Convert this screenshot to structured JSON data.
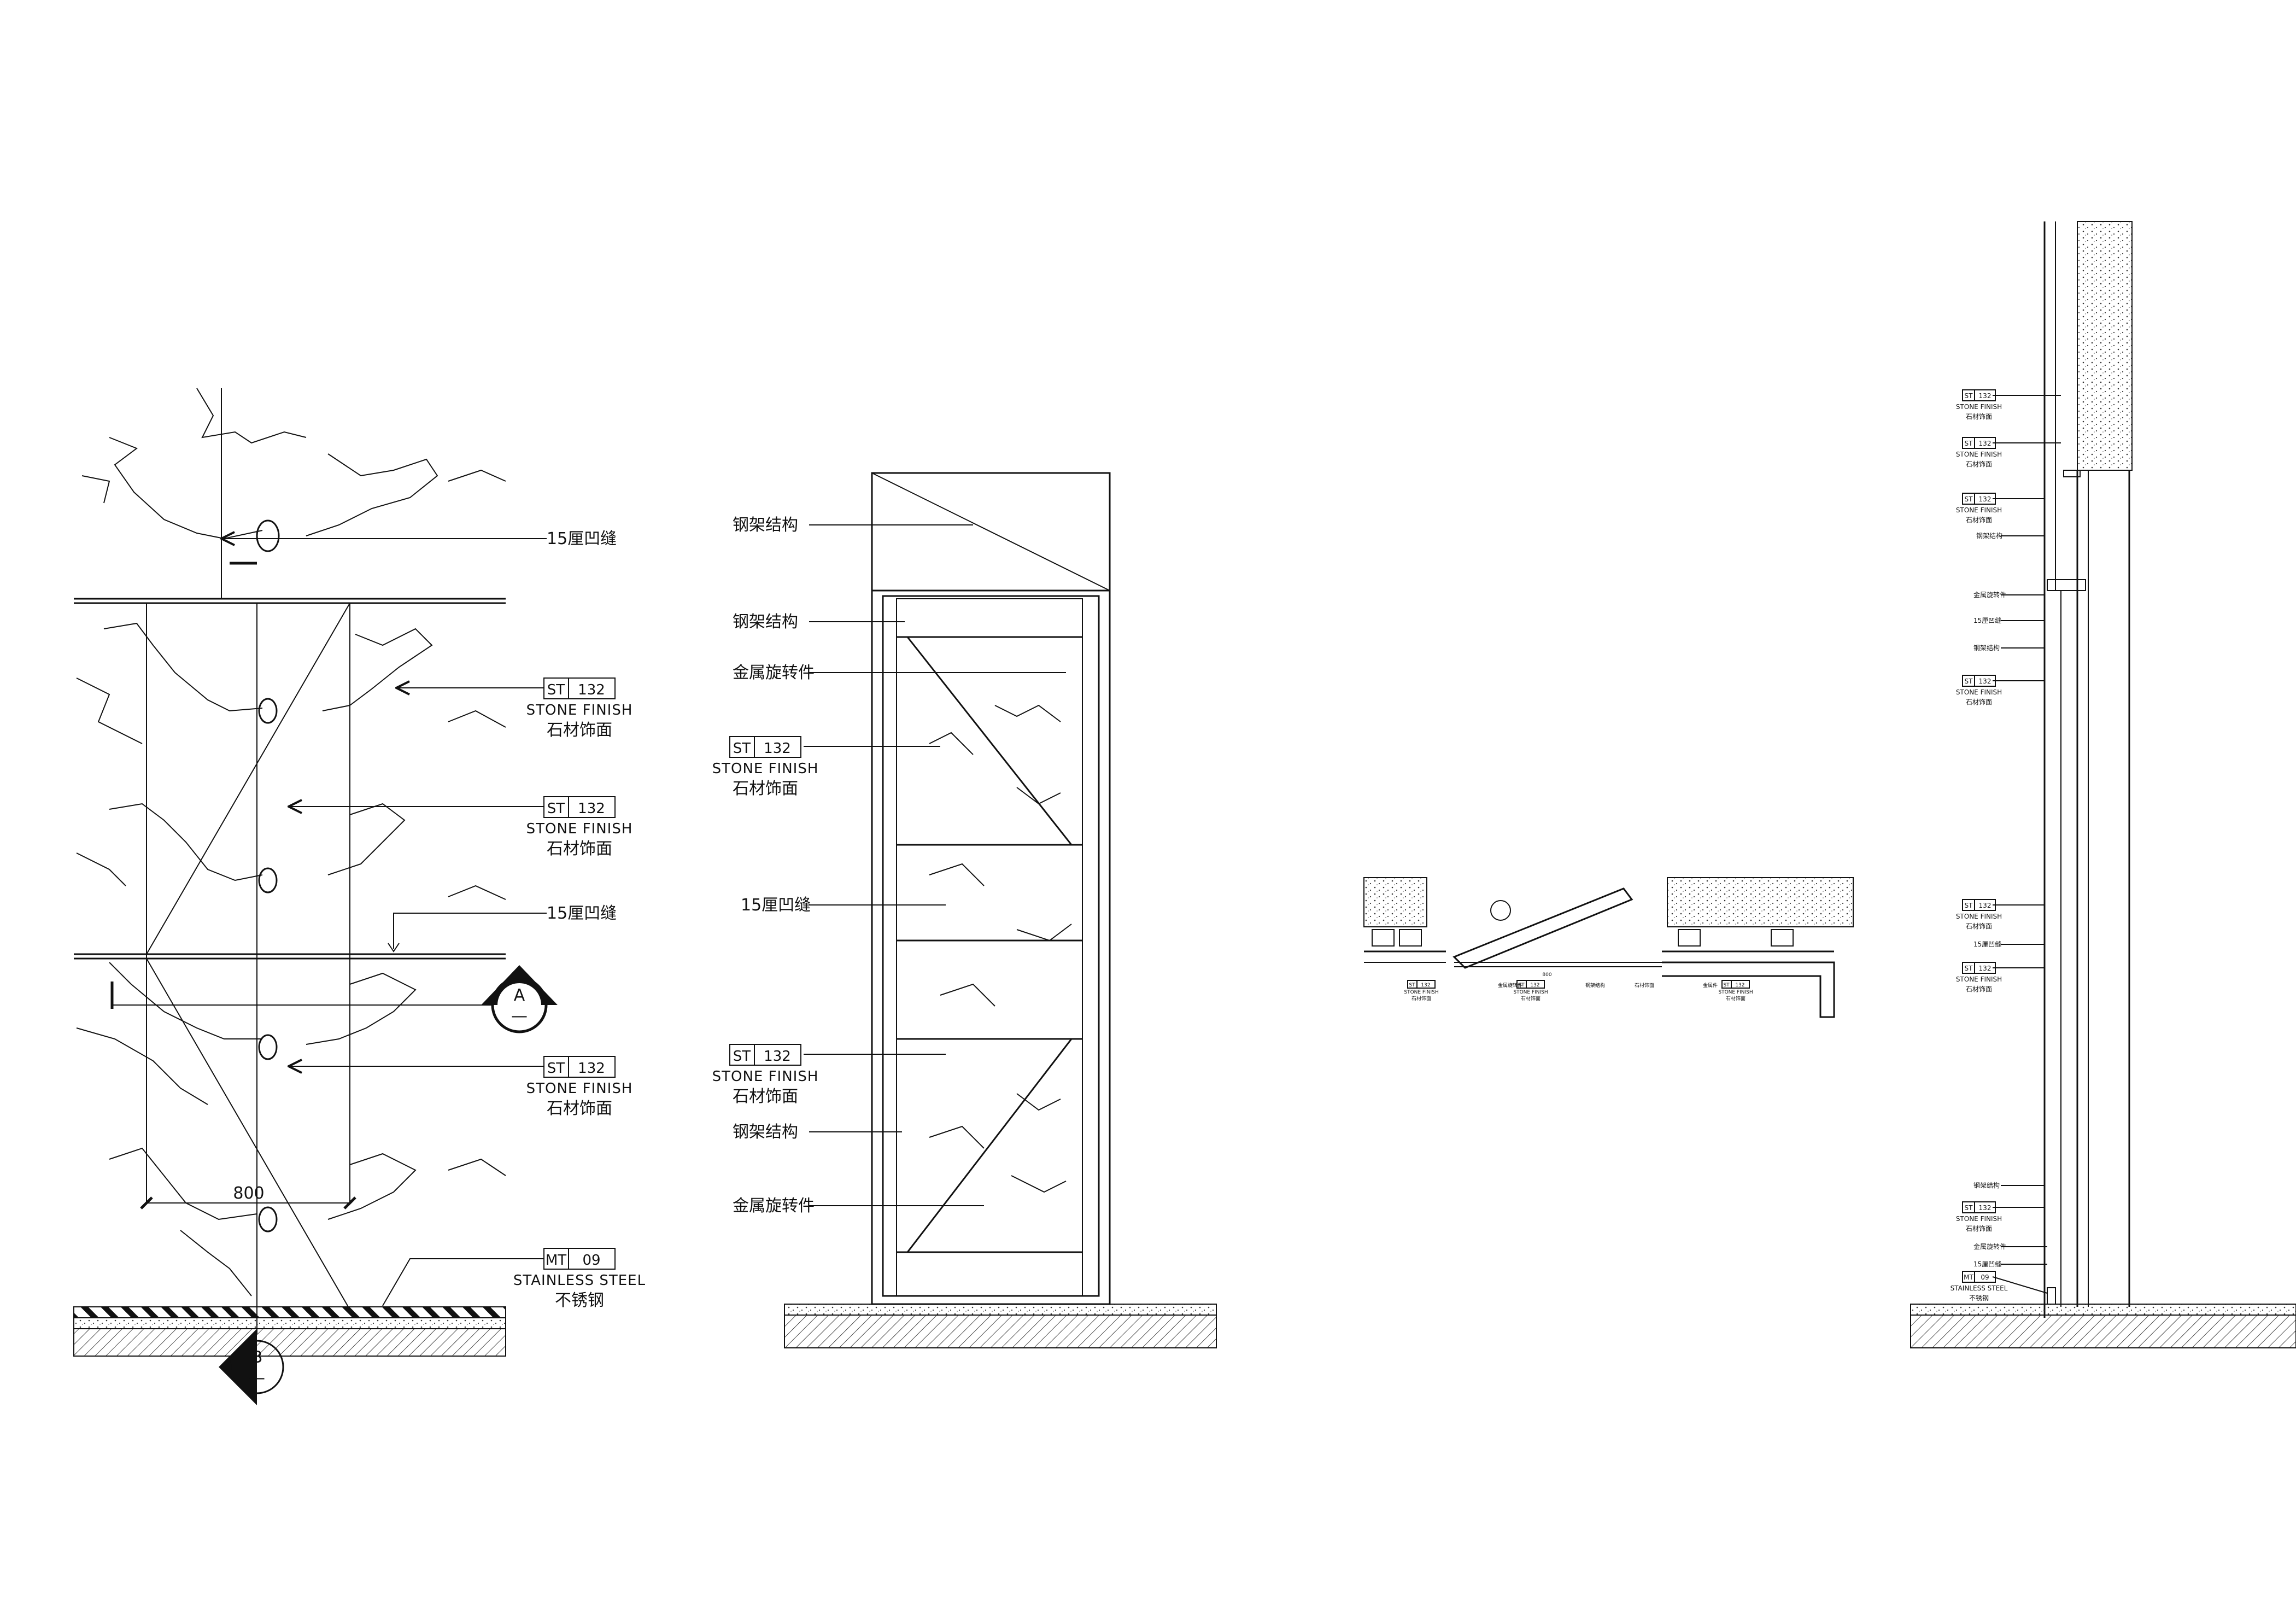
{
  "view1": {
    "note_groove_top": "15厘凹缝",
    "note_groove_mid": "15厘凹缝",
    "tag1": {
      "code": "ST",
      "num": "132",
      "en": "STONE FINISH",
      "cn": "石材饰面"
    },
    "tag2": {
      "code": "ST",
      "num": "132",
      "en": "STONE FINISH",
      "cn": "石材饰面"
    },
    "tag3": {
      "code": "ST",
      "num": "132",
      "en": "STONE FINISH",
      "cn": "石材饰面"
    },
    "tag4": {
      "code": "MT",
      "num": "09",
      "en": "STAINLESS STEEL",
      "cn": "不锈钢"
    },
    "dimension": "800",
    "section_a": "A",
    "section_a_sheet": "—",
    "section_b": "B",
    "section_b_sheet": "—"
  },
  "view2": {
    "note1": "钢架结构",
    "note2": "钢架结构",
    "note3": "金属旋转件",
    "tag1": {
      "code": "ST",
      "num": "132",
      "en": "STONE FINISH",
      "cn": "石材饰面"
    },
    "note4": "15厘凹缝",
    "tag2": {
      "code": "ST",
      "num": "132",
      "en": "STONE FINISH",
      "cn": "石材饰面"
    },
    "note5": "钢架结构",
    "note6": "金属旋转件"
  },
  "view3": {
    "tag_left": {
      "code": "ST",
      "num": "132",
      "en": "STONE FINISH",
      "cn": "石材饰面"
    },
    "tag_mid": {
      "code": "ST",
      "num": "132",
      "en": "STONE FINISH",
      "cn": "石材饰面"
    },
    "tag_right": {
      "code": "ST",
      "num": "132",
      "en": "STONE FINISH",
      "cn": "石材饰面"
    },
    "dim_small": "800",
    "note_a": "金属旋转件",
    "note_b": "钢架结构",
    "note_c": "石材饰面",
    "note_d": "金属件"
  },
  "view4": {
    "tag1": {
      "code": "ST",
      "num": "132",
      "en": "STONE FINISH",
      "cn": "石材饰面"
    },
    "tag2": {
      "code": "ST",
      "num": "132",
      "en": "STONE FINISH",
      "cn": "石材饰面"
    },
    "tag3": {
      "code": "ST",
      "num": "132",
      "en": "STONE FINISH",
      "cn": "石材饰面"
    },
    "note1": "钢架结构",
    "note2": "金属旋转件",
    "note3": "15厘凹缝",
    "note4": "钢架结构",
    "tag4": {
      "code": "ST",
      "num": "132",
      "en": "STONE FINISH",
      "cn": "石材饰面"
    },
    "tag5": {
      "code": "ST",
      "num": "132",
      "en": "STONE FINISH",
      "cn": "石材饰面"
    },
    "note5": "15厘凹缝",
    "tag6": {
      "code": "ST",
      "num": "132",
      "en": "STONE FINISH",
      "cn": "石材饰面"
    },
    "note6": "钢架结构",
    "tag7": {
      "code": "ST",
      "num": "132",
      "en": "STONE FINISH",
      "cn": "石材饰面"
    },
    "note7": "金属旋转件",
    "note8": "15厘凹缝",
    "tag8": {
      "code": "MT",
      "num": "09",
      "en": "STAINLESS STEEL",
      "cn": "不锈钢"
    }
  }
}
